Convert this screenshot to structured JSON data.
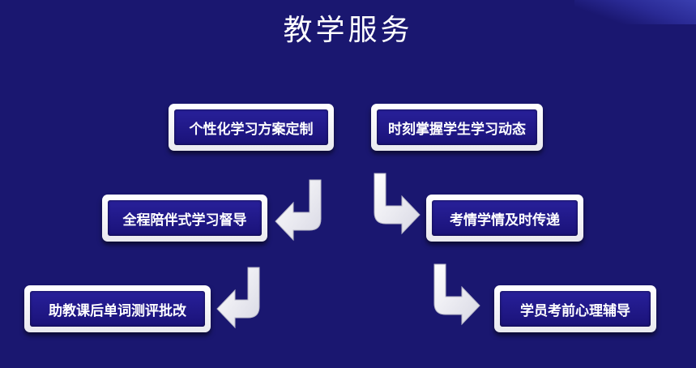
{
  "title": "教学服务",
  "nodes": [
    {
      "id": "n1",
      "label": "个性化学习方案定制"
    },
    {
      "id": "n2",
      "label": "时刻掌握学生学习动态"
    },
    {
      "id": "n3",
      "label": "全程陪伴式学习督导"
    },
    {
      "id": "n4",
      "label": "考情学情及时传递"
    },
    {
      "id": "n5",
      "label": "助教课后单词测评批改"
    },
    {
      "id": "n6",
      "label": "学员考前心理辅导"
    }
  ],
  "edges": [
    {
      "from": "n1",
      "to": "n3"
    },
    {
      "from": "n3",
      "to": "n5"
    },
    {
      "from": "n2",
      "to": "n4"
    },
    {
      "from": "n4",
      "to": "n6"
    }
  ],
  "colors": {
    "background": "#1a1770",
    "box_outer": "#ffffff",
    "box_inner": "#1f1888",
    "text": "#ffffff",
    "arrow": "#f0f0f4"
  }
}
